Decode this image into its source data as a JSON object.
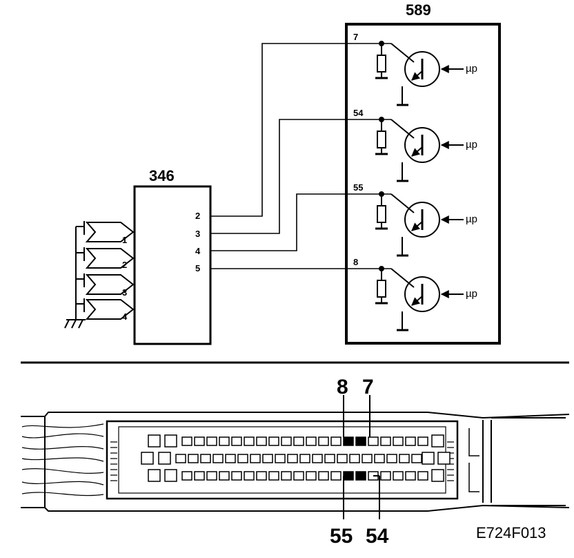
{
  "module_346": {
    "label": "346",
    "pins": [
      "2",
      "3",
      "4",
      "5"
    ]
  },
  "sensors": [
    "1",
    "2",
    "3",
    "4"
  ],
  "module_589": {
    "label": "589",
    "pins": [
      "7",
      "54",
      "55",
      "8"
    ],
    "input_label": "µp"
  },
  "connector": {
    "callouts_top": [
      "8",
      "7"
    ],
    "callouts_bottom": [
      "55",
      "54"
    ]
  },
  "figure_code": "E724F013"
}
